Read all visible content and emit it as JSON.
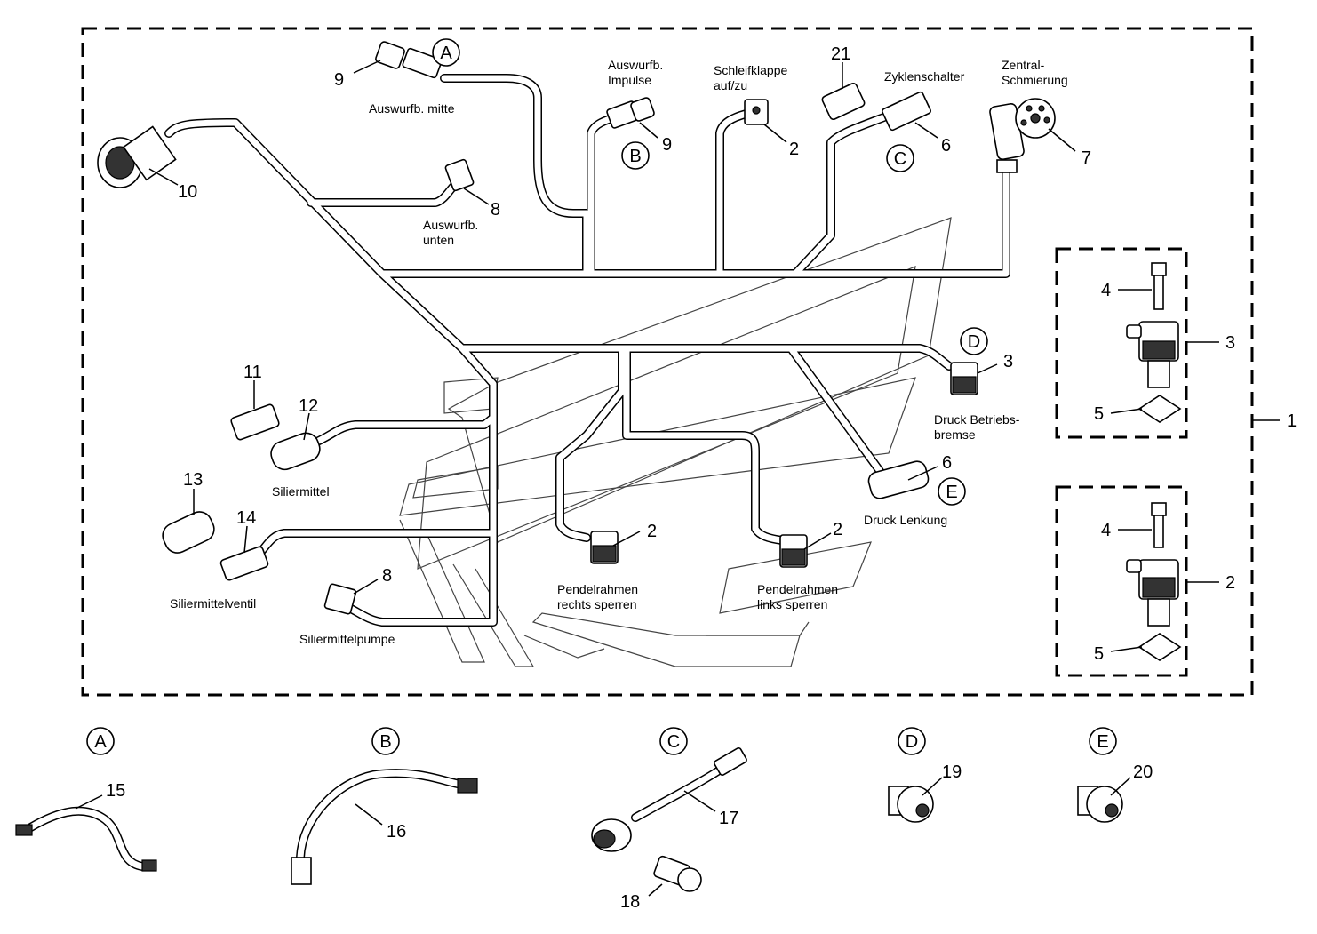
{
  "labels": {
    "auswurfb_mitte": "Auswurfb. mitte",
    "auswurfb_impulse_1": "Auswurfb.",
    "auswurfb_impulse_2": "Impulse",
    "schleifklappe_1": "Schleifklappe",
    "schleifklappe_2": "auf/zu",
    "zyklenschalter": "Zyklenschalter",
    "zentral_1": "Zentral-",
    "zentral_2": "Schmierung",
    "auswurfb_unten_1": "Auswurfb.",
    "auswurfb_unten_2": "unten",
    "siliermittel": "Siliermittel",
    "siliermittelventil": "Siliermittelventil",
    "siliermittelpumpe": "Siliermittelpumpe",
    "druck_betriebs_1": "Druck Betriebs-",
    "druck_betriebs_2": "bremse",
    "druck_lenkung": "Druck Lenkung",
    "pendel_rechts_1": "Pendelrahmen",
    "pendel_rechts_2": "rechts sperren",
    "pendel_links_1": "Pendelrahmen",
    "pendel_links_2": "links sperren"
  },
  "callouts": {
    "n1": "1",
    "n2a": "2",
    "n2b": "2",
    "n2c": "2",
    "n2d": "2",
    "n3a": "3",
    "n3b": "3",
    "n4a": "4",
    "n4b": "4",
    "n5a": "5",
    "n5b": "5",
    "n6a": "6",
    "n6b": "6",
    "n7": "7",
    "n8a": "8",
    "n8b": "8",
    "n9a": "9",
    "n9b": "9",
    "n10": "10",
    "n11": "11",
    "n12": "12",
    "n13": "13",
    "n14": "14",
    "n15": "15",
    "n16": "16",
    "n17": "17",
    "n18": "18",
    "n19": "19",
    "n20": "20",
    "n21": "21"
  },
  "refs": {
    "A": "A",
    "B": "B",
    "C": "C",
    "D": "D",
    "E": "E"
  }
}
